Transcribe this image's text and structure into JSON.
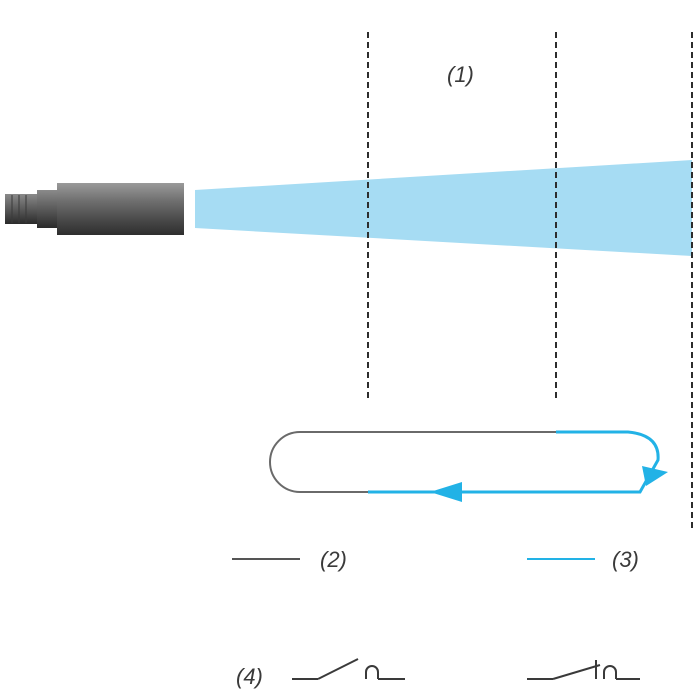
{
  "labels": {
    "zone": "(1)",
    "legend_off_state": "(2)",
    "legend_on_state": "(3)",
    "output_contacts": "(4)"
  },
  "colors": {
    "beam": "#a6dcf3",
    "active_line": "#22b2e6",
    "inactive_line": "#6a6a6a",
    "dashed_line": "#2d2d2d",
    "sensor_body": "#6f6f6f"
  },
  "icons": [
    "photoelectric-sensor-icon",
    "no-contact-symbol-icon",
    "nc-contact-symbol-icon"
  ]
}
